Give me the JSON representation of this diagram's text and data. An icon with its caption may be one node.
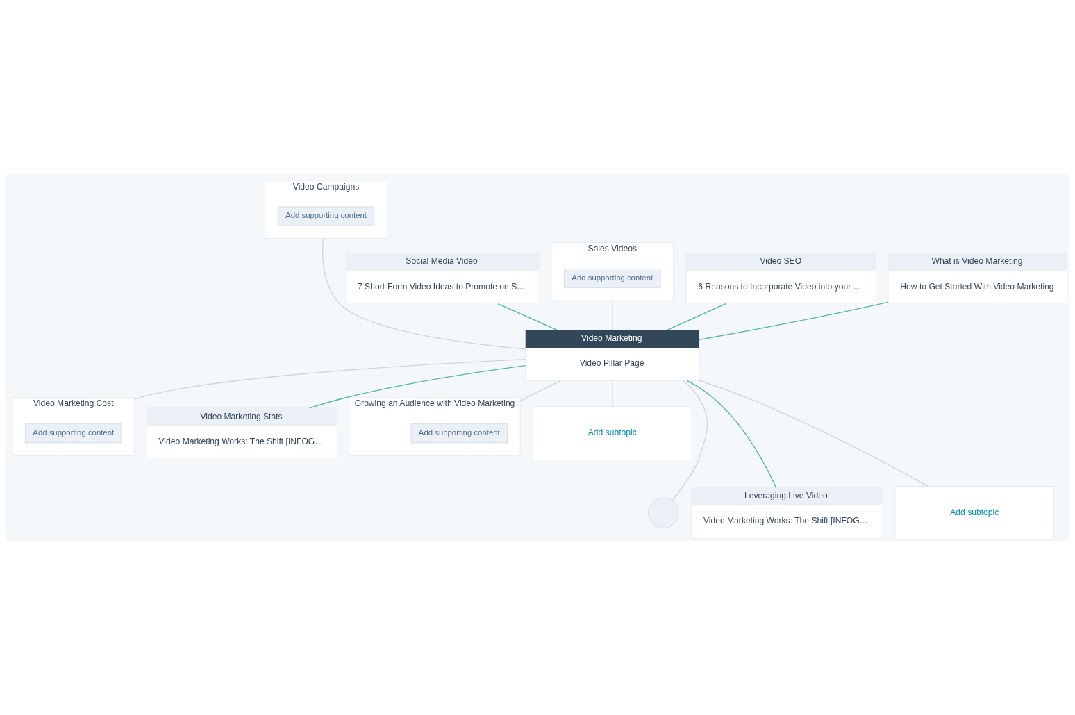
{
  "diagram": {
    "nodes": [
      {
        "text": [
          "Video Campaigns"
        ]
      },
      {
        "text": [
          "Add supporting content"
        ],
        "in": 0
      },
      {
        "text": [
          "Social Media Video",
          "7 Short-Form Video Ideas to Promote on S…"
        ]
      },
      {
        "text": [
          "Sales Videos"
        ]
      },
      {
        "text": [
          "Add supporting content"
        ],
        "in": 3
      },
      {
        "text": [
          "Video SEO",
          "6 Reasons to Incorporate Video into your …"
        ]
      },
      {
        "text": [
          "What is Video Marketing",
          "How to Get Started With Video Marketing"
        ]
      },
      {
        "text": [
          "Video Marketing",
          "Video Pillar Page"
        ]
      },
      {
        "text": [
          "Video Marketing Cost"
        ]
      },
      {
        "text": [
          "Add supporting content"
        ],
        "in": 8
      },
      {
        "text": [
          "Video Marketing Stats",
          "Video Marketing Works: The Shift [INFOG…"
        ]
      },
      {
        "text": [
          "Growing an Audience with Video Marketing"
        ]
      },
      {
        "text": [
          "Add supporting content"
        ],
        "in": 11
      },
      {
        "text": [
          "Add subtopic"
        ]
      },
      {
        "text": [],
        "shape": "circle"
      },
      {
        "text": [
          "Leveraging Live Video",
          "Video Marketing Works: The Shift [INFOG…"
        ]
      },
      {
        "text": [
          "Add subtopic"
        ]
      }
    ],
    "edges": [
      {
        "from": 7,
        "to": 0,
        "arrow": "none"
      },
      {
        "from": 7,
        "to": 2,
        "arrow": "none",
        "color": "#4fb89b"
      },
      {
        "from": 7,
        "to": 3,
        "arrow": "none"
      },
      {
        "from": 7,
        "to": 5,
        "arrow": "none",
        "color": "#4fb89b"
      },
      {
        "from": 7,
        "to": 6,
        "arrow": "none",
        "color": "#4fb89b"
      },
      {
        "from": 7,
        "to": 8,
        "arrow": "none"
      },
      {
        "from": 7,
        "to": 10,
        "arrow": "none",
        "color": "#4fb89b"
      },
      {
        "from": 7,
        "to": 11,
        "arrow": "none"
      },
      {
        "from": 7,
        "to": 13,
        "arrow": "none"
      },
      {
        "from": 7,
        "to": 14,
        "arrow": "none"
      },
      {
        "from": 7,
        "to": 15,
        "arrow": "none",
        "color": "#4fb89b"
      },
      {
        "from": 7,
        "to": 16,
        "arrow": "none"
      }
    ]
  }
}
